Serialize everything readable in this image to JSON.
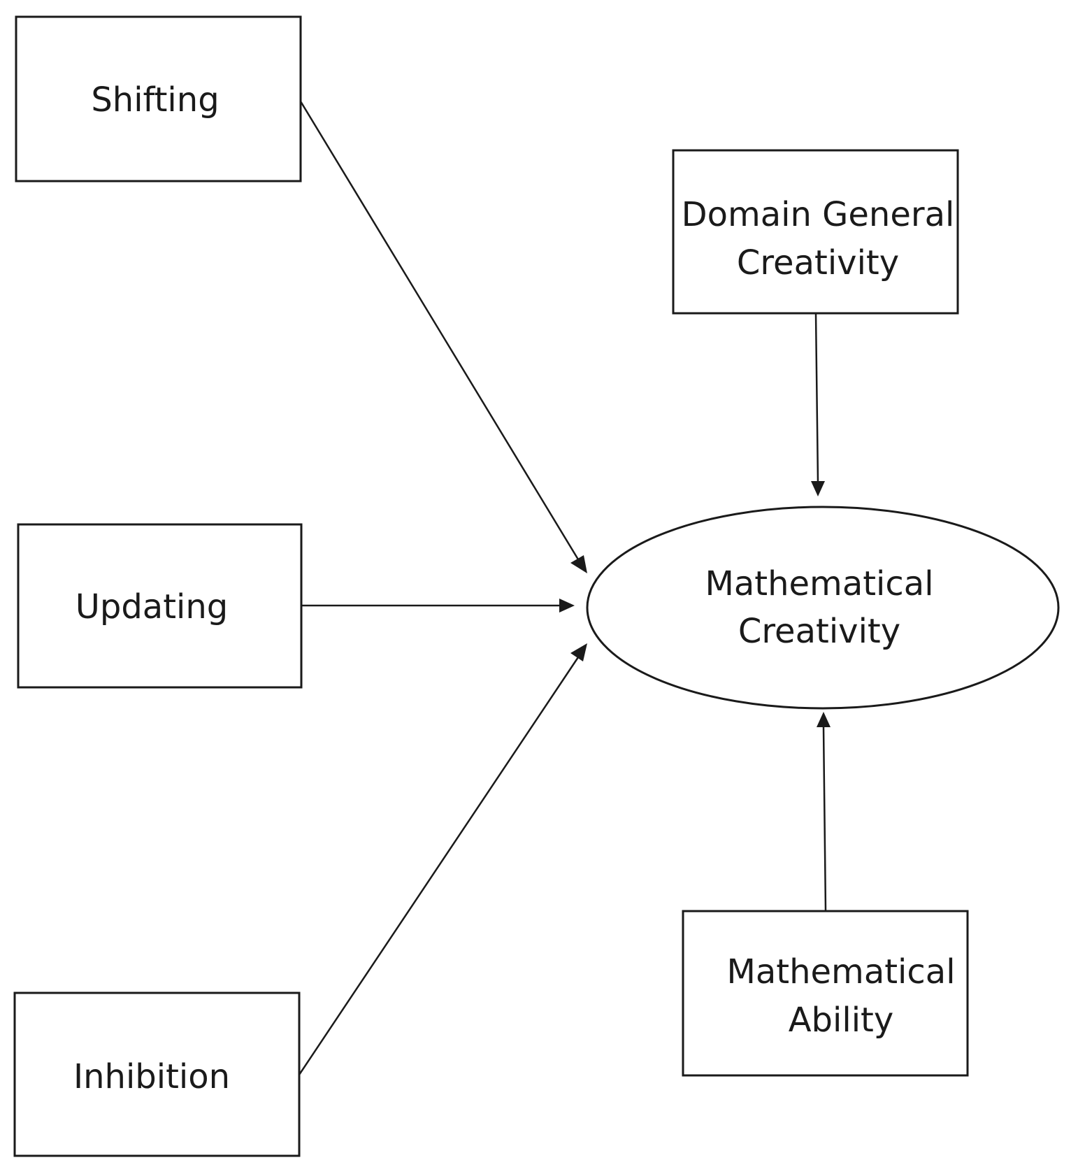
{
  "nodes": {
    "shifting": {
      "label_lines": [
        "Shifting"
      ]
    },
    "updating": {
      "label_lines": [
        "Updating"
      ]
    },
    "inhibition": {
      "label_lines": [
        "Inhibition"
      ]
    },
    "domain_general": {
      "label_lines": [
        "Domain General",
        "Creativity"
      ]
    },
    "math_creativity": {
      "label_lines": [
        "Mathematical",
        "Creativity"
      ]
    },
    "math_ability": {
      "label_lines": [
        "Mathematical",
        "Ability"
      ]
    }
  },
  "edges": [
    {
      "from": "Shifting",
      "to": "Mathematical Creativity"
    },
    {
      "from": "Updating",
      "to": "Mathematical Creativity"
    },
    {
      "from": "Inhibition",
      "to": "Mathematical Creativity"
    },
    {
      "from": "Domain General Creativity",
      "to": "Mathematical Creativity"
    },
    {
      "from": "Mathematical Ability",
      "to": "Mathematical Creativity"
    }
  ]
}
